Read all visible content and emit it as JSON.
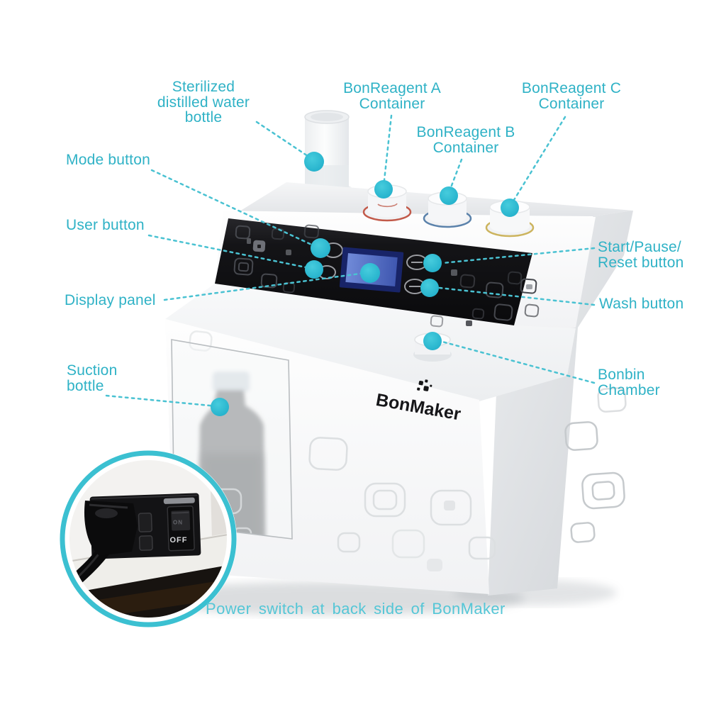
{
  "colors": {
    "label_teal": "#2fb2c6",
    "caption_teal": "#54c6d6",
    "callout_dot": "#28b9d0",
    "leader_line": "#4ac2d2",
    "panel_black": "#0e0e10",
    "lcd_blue": "#4a62b8",
    "cap_a_ring": "#c25a4a",
    "cap_b_ring": "#5b82ab",
    "cap_c_ring": "#ccb45e"
  },
  "device": {
    "logo": "BonMaker",
    "power_switch": {
      "on_label": "ON",
      "off_label": "OFF"
    }
  },
  "labels": {
    "water_bottle": {
      "line1": "Sterilized",
      "line2": "distilled water",
      "line3": "bottle"
    },
    "reagent_a": {
      "line1": "BonReagent A",
      "line2": "Container"
    },
    "reagent_b": {
      "line1": "BonReagent B",
      "line2": "Container"
    },
    "reagent_c": {
      "line1": "BonReagent C",
      "line2": "Container"
    },
    "mode": {
      "line1": "Mode button"
    },
    "user": {
      "line1": "User button"
    },
    "display": {
      "line1": "Display panel"
    },
    "suction": {
      "line1": "Suction",
      "line2": "bottle"
    },
    "start_pause_reset": {
      "line1": "Start/Pause/",
      "line2": "Reset button"
    },
    "wash": {
      "line1": "Wash button"
    },
    "bonbin": {
      "line1": "Bonbin",
      "line2": "Chamber"
    }
  },
  "caption": "Power switch at back side of BonMaker"
}
